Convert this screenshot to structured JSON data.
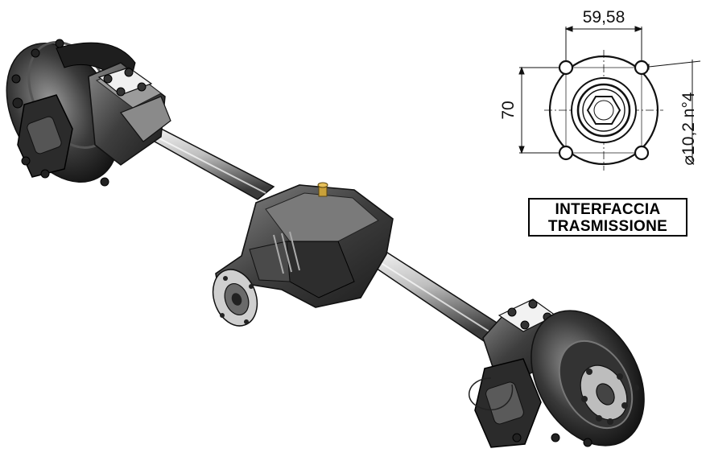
{
  "drawing": {
    "dimensions": {
      "bolt_spacing_horizontal": "59,58",
      "bolt_spacing_vertical": "70",
      "hole_callout": "10,2 n°4",
      "diameter_symbol": "⌀"
    },
    "caption": {
      "line1": "INTERFACCIA",
      "line2": "TRASMISSIONE"
    }
  },
  "colors": {
    "metal_dark": "#2a2a2a",
    "metal_mid": "#6e6e6e",
    "shaft_light": "#d8d8d8",
    "line": "#111111"
  }
}
